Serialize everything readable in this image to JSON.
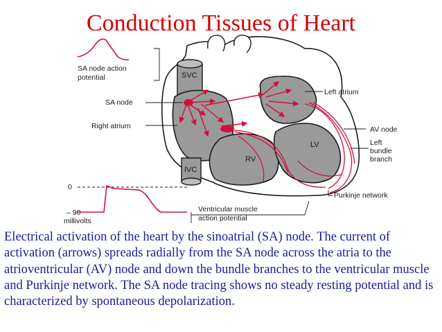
{
  "title": "Conduction Tissues of Heart",
  "labels": {
    "sa_ap_line1": "SA node action",
    "sa_ap_line2": "potential",
    "sa_node": "SA node",
    "right_atrium": "Right atrium",
    "svc": "SVC",
    "ivc": "IVC",
    "rv": "RV",
    "lv": "LV",
    "left_atrium": "Left atrium",
    "av_node": "AV node",
    "left_bundle_1": "Left",
    "left_bundle_2": "bundle",
    "left_bundle_3": "branch",
    "purkinje": "Purkinje network",
    "zero": "0",
    "minus90": "– 90",
    "millivolts": "millivolts",
    "vm_line1": "Ventricular muscle",
    "vm_line2": "action potential"
  },
  "caption": "Electrical activation of the heart by the sinoatrial (SA) node. The current of activation (arrows) spreads radially from the SA node across the atria to the atrioventricular (AV) node and down the bundle branches to the ventricular muscle and Purkinje network. The SA node tracing shows no steady resting potential and is characterized by spontaneous depolarization.",
  "colors": {
    "title": "#d40000",
    "caption": "#1a1a9a",
    "conduction": "#d0103a",
    "tissue": "#9a9a9a"
  }
}
